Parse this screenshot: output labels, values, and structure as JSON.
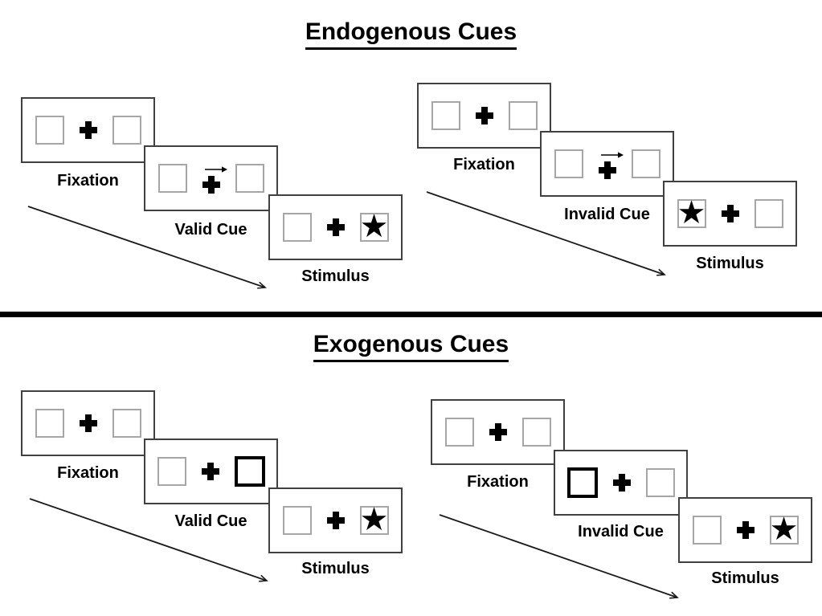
{
  "sections": [
    {
      "title": "Endogenous Cues"
    },
    {
      "title": "Exogenous Cues"
    }
  ],
  "glyphs": {
    "star": "★"
  },
  "colors": {
    "background": "#ffffff",
    "panel_border": "#404040",
    "box_border": "#a6a6a6",
    "highlight_box_border": "#000000",
    "divider": "#000000",
    "text": "#000000",
    "arrow": "#1a1a1a"
  },
  "quadrants": [
    {
      "name": "endogenous-valid",
      "panels": [
        {
          "label": "Fixation",
          "left_box": "empty",
          "right_box": "empty",
          "cue": "none"
        },
        {
          "label": "Valid Cue",
          "left_box": "empty",
          "right_box": "empty",
          "cue": "arrow-right"
        },
        {
          "label": "Stimulus",
          "left_box": "empty",
          "right_box": "star",
          "cue": "none"
        }
      ]
    },
    {
      "name": "endogenous-invalid",
      "panels": [
        {
          "label": "Fixation",
          "left_box": "empty",
          "right_box": "empty",
          "cue": "none"
        },
        {
          "label": "Invalid Cue",
          "left_box": "empty",
          "right_box": "empty",
          "cue": "arrow-right"
        },
        {
          "label": "Stimulus",
          "left_box": "star",
          "right_box": "empty",
          "cue": "none"
        }
      ]
    },
    {
      "name": "exogenous-valid",
      "panels": [
        {
          "label": "Fixation",
          "left_box": "empty",
          "right_box": "empty",
          "cue": "none"
        },
        {
          "label": "Valid Cue",
          "left_box": "empty",
          "right_box": "highlight",
          "cue": "none"
        },
        {
          "label": "Stimulus",
          "left_box": "empty",
          "right_box": "star",
          "cue": "none"
        }
      ]
    },
    {
      "name": "exogenous-invalid",
      "panels": [
        {
          "label": "Fixation",
          "left_box": "empty",
          "right_box": "empty",
          "cue": "none"
        },
        {
          "label": "Invalid Cue",
          "left_box": "highlight",
          "right_box": "empty",
          "cue": "none"
        },
        {
          "label": "Stimulus",
          "left_box": "empty",
          "right_box": "star",
          "cue": "none"
        }
      ]
    }
  ]
}
